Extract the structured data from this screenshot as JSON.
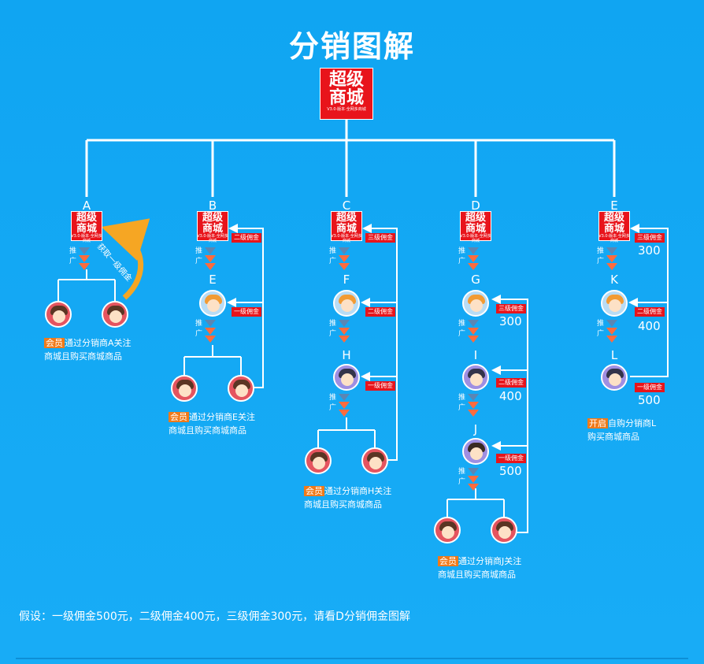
{
  "title": "分销图解",
  "logo": {
    "line1": "超级",
    "line2": "商城",
    "sub": "V3.0·版本·全网多商城"
  },
  "push_label": {
    "top": "推",
    "bottom": "广"
  },
  "arrow_label": "获取一级佣金",
  "columns": [
    {
      "letter": "A"
    },
    {
      "letter": "B",
      "badges": [
        "二级佣金",
        "一级佣金"
      ],
      "nodes": [
        "E"
      ]
    },
    {
      "letter": "C",
      "badges": [
        "三级佣金",
        "二级佣金",
        "一级佣金"
      ],
      "nodes": [
        "F",
        "H"
      ]
    },
    {
      "letter": "D",
      "badges": [
        "三级佣金",
        "二级佣金",
        "一级佣金"
      ],
      "amounts": [
        "300",
        "400",
        "500"
      ],
      "nodes": [
        "G",
        "I",
        "J"
      ]
    },
    {
      "letter": "E",
      "badges": [
        "三级佣金",
        "二级佣金",
        "一级佣金"
      ],
      "amounts": [
        "300",
        "400",
        "500"
      ],
      "nodes": [
        "K",
        "L"
      ]
    }
  ],
  "captions": {
    "a": {
      "tag": "会员",
      "line1": "通过分销商A关注",
      "line2": "商城且购买商城商品"
    },
    "b": {
      "tag": "会员",
      "line1": "通过分销商E关注",
      "line2": "商城且购买商城商品"
    },
    "c": {
      "tag": "会员",
      "line1": "通过分销商H关注",
      "line2": "商城且购买商城商品"
    },
    "d": {
      "tag": "会员",
      "line1": "通过分销商J关注",
      "line2": "商城且购买商城商品"
    },
    "e": {
      "tag": "开启",
      "line1": "自购分销商L",
      "line2": "购买商城商品"
    }
  },
  "footer": "假设：一级佣金500元，二级佣金400元，三级佣金300元，请看D分销佣金图解",
  "colors": {
    "background": "#14a9f4",
    "logo_red": "#e8141b",
    "tag_orange": "#ef7a1a",
    "arrow_orange": "#f6a623"
  }
}
